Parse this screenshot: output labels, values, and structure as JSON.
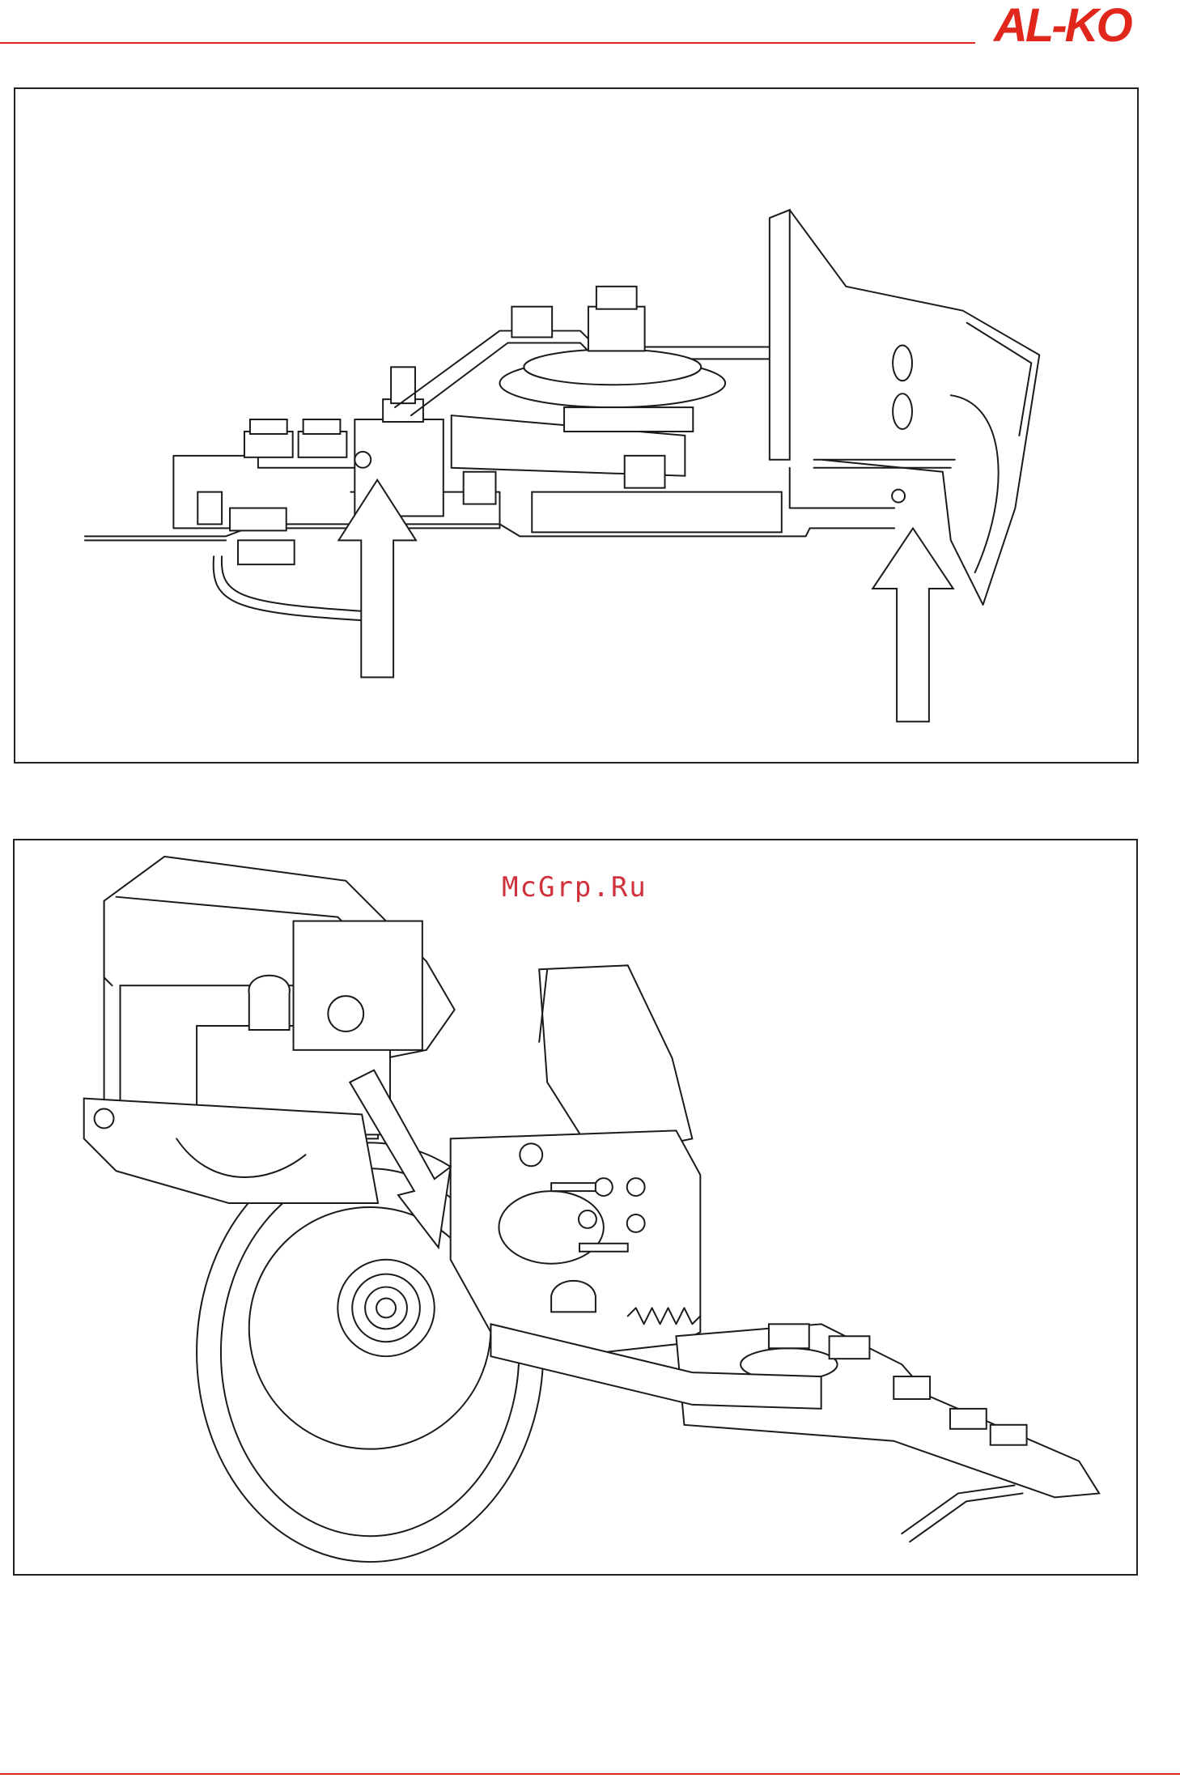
{
  "header": {
    "brand_logo": "AL-KO",
    "accent_color": "#e1261c"
  },
  "watermark": {
    "text": "McGrp.Ru",
    "color": "#d0313a"
  },
  "figures": [
    {
      "id": "fig-top",
      "icon": "mower-side-view-with-lift-arrows"
    },
    {
      "id": "fig-bottom",
      "icon": "mower-drive-assembly-with-arrow"
    }
  ]
}
